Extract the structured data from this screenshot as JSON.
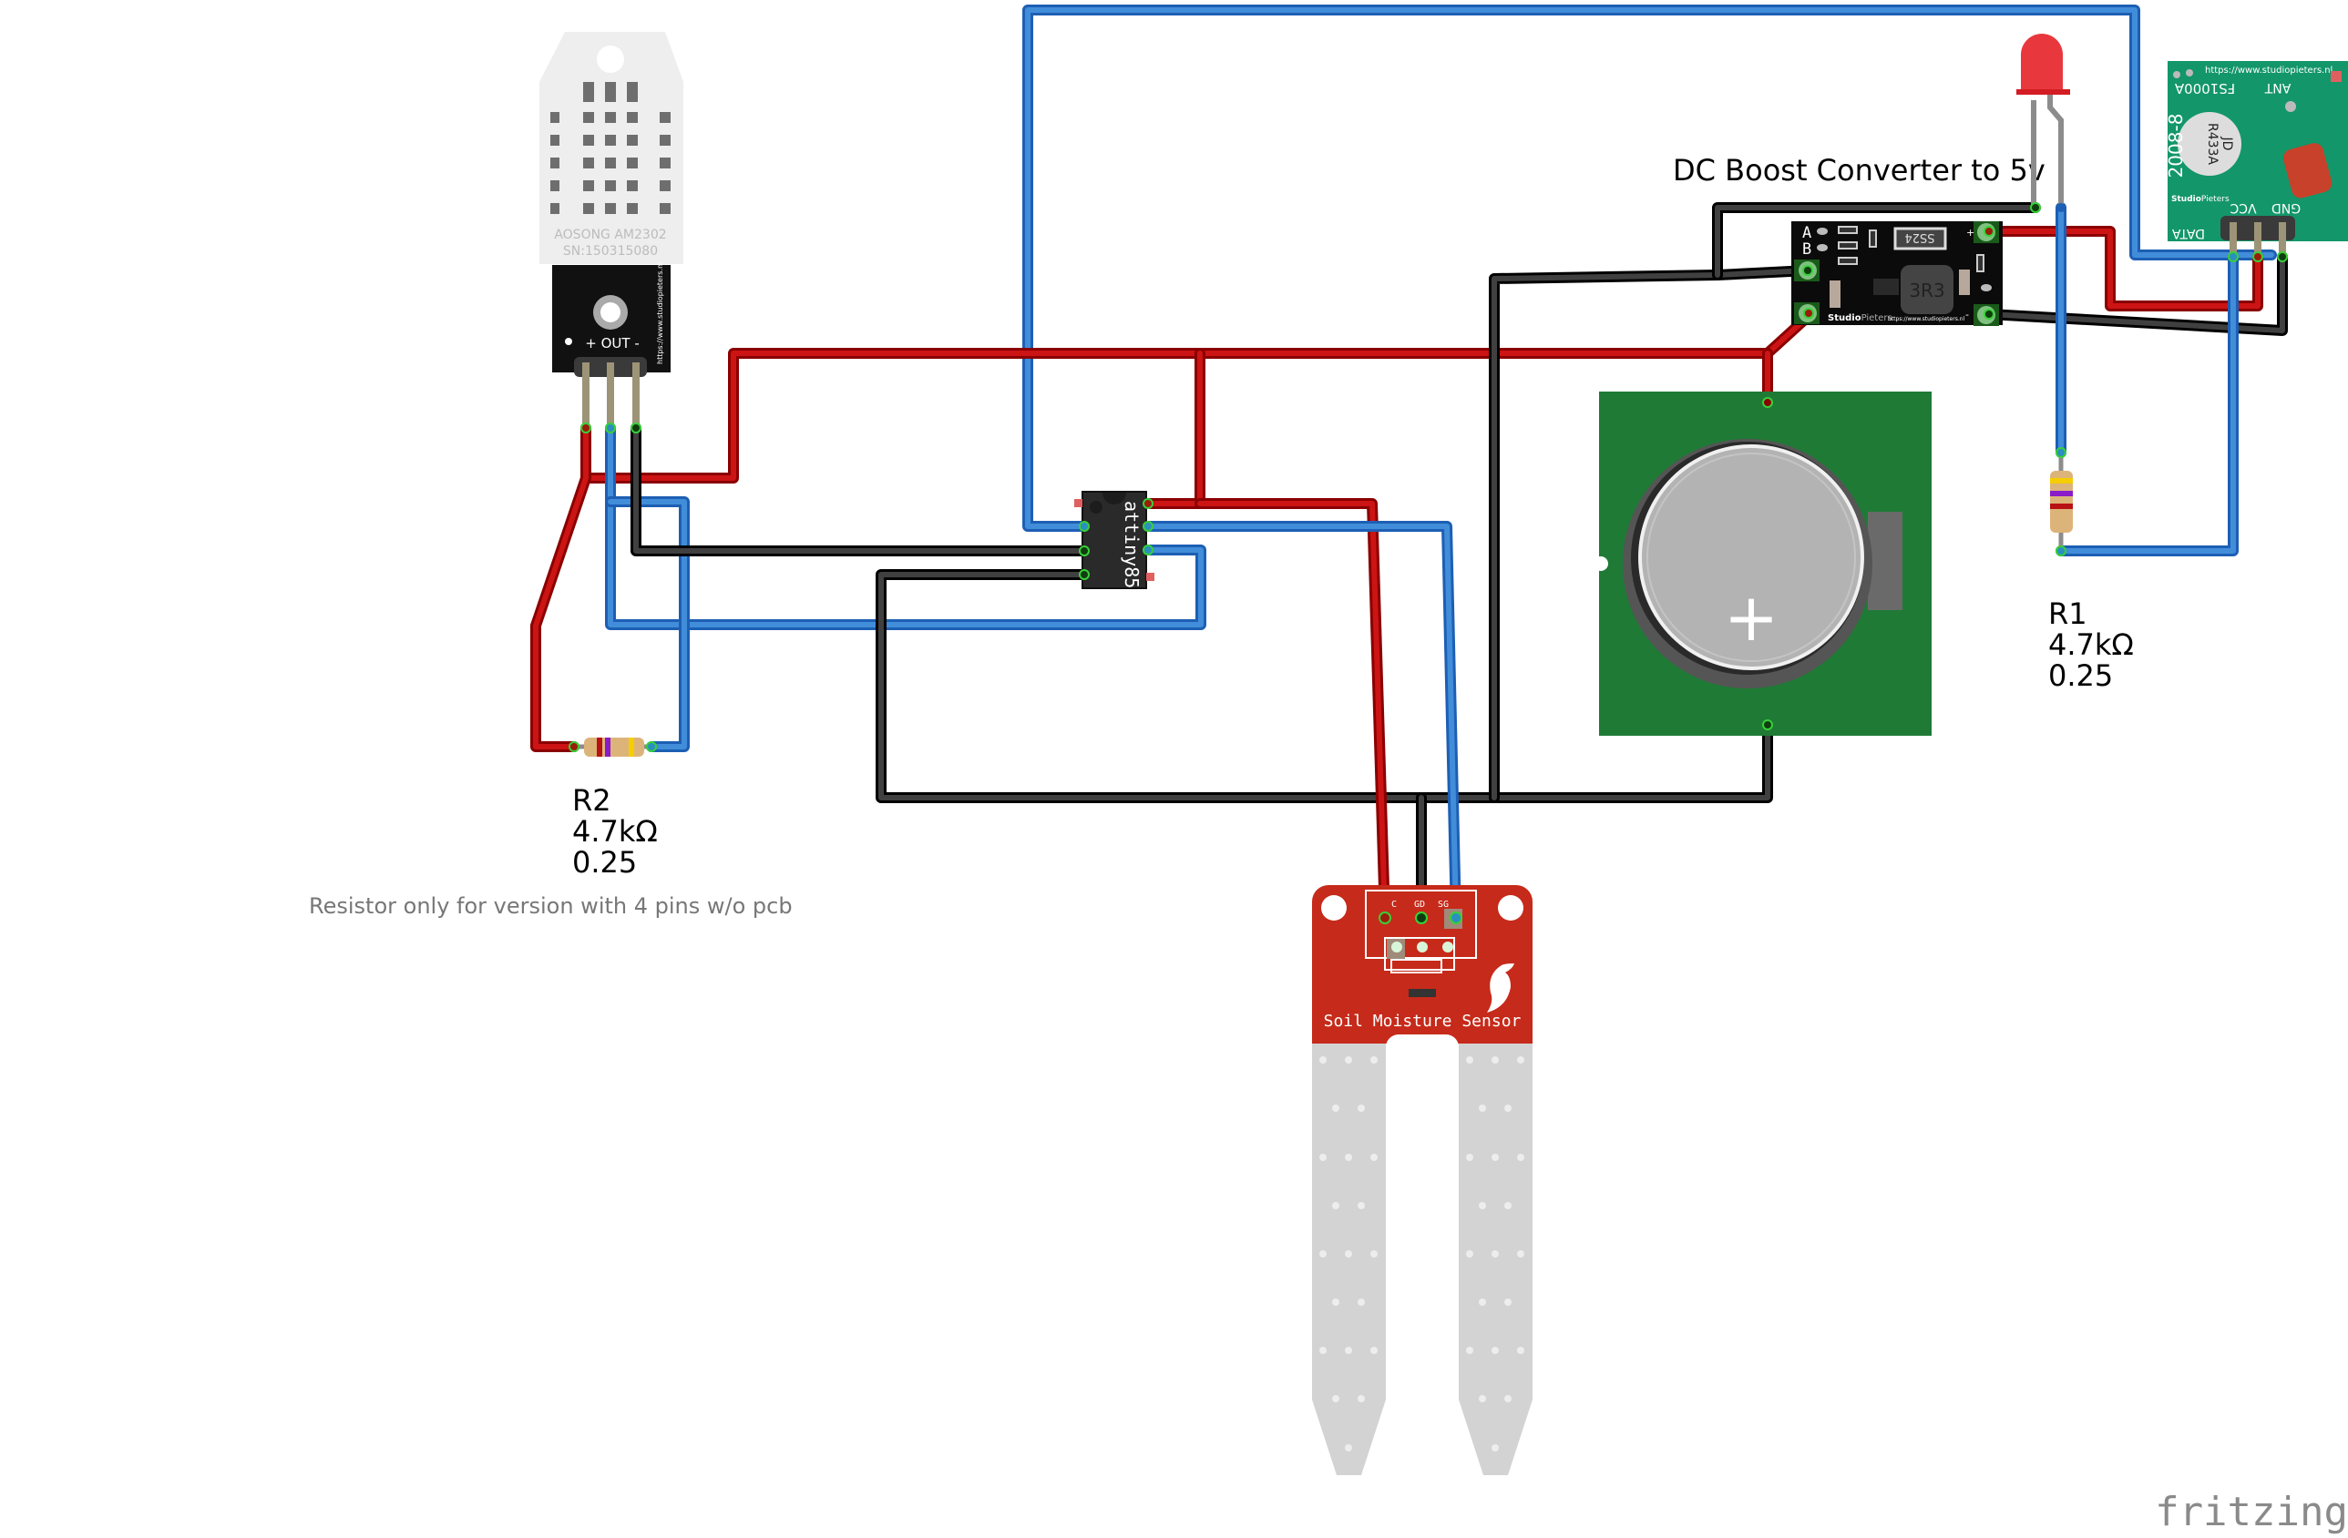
{
  "app": {
    "logo_text": "fritzing"
  },
  "labels": {
    "dc_boost": "DC Boost Converter to 5v",
    "r1": {
      "name": "R1",
      "resistance": "4.7kΩ",
      "power": "0.25"
    },
    "r2": {
      "name": "R2",
      "resistance": "4.7kΩ",
      "power": "0.25"
    },
    "r2_note": "Resistor only for version with 4 pins w/o pcb"
  },
  "components": {
    "dht": {
      "line1": "AOSONG AM2302",
      "line2": "SN:150315080",
      "pins_label": "+ OUT -",
      "url": "https://www.studiopieters.nl"
    },
    "mcu": {
      "label": "attiny85"
    },
    "boost": {
      "a": "A",
      "b": "B",
      "diode": "SS24",
      "inductor": "3R3",
      "brand_bold": "Studio",
      "brand_light": "Pieters",
      "url": "https://www.studiopieters.nl",
      "plus": "+",
      "minus": "-"
    },
    "rf": {
      "url": "https://www.studiopieters.nl",
      "model": "FS1000A",
      "ant": "ANT",
      "year": "2008-8",
      "crystal_line1": "JD",
      "crystal_line2": "R433A",
      "brand_bold": "Studio",
      "brand_light": "Pieters",
      "vcc": "VCC",
      "gnd": "GND",
      "data": "DATA"
    },
    "soil": {
      "title": "Soil Moisture Sensor",
      "pin_vcc": "C",
      "pin_gnd": "GD",
      "pin_sig": "SG"
    },
    "battery": {
      "polarity": "+"
    }
  },
  "colors": {
    "wire_red": "#cc1414",
    "wire_blue": "#418dd9",
    "wire_black": "#404040",
    "pcb_green": "#1f7a36",
    "rf_green": "#13966a",
    "soil_red": "#c62a1a",
    "led_red": "#e8383d"
  }
}
